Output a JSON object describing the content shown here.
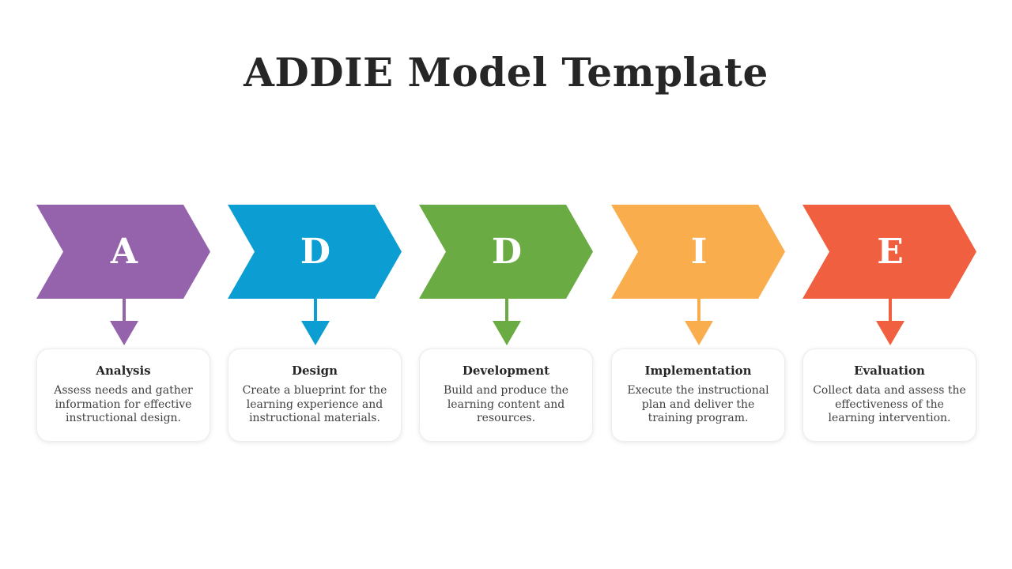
{
  "title": "ADDIE Model Template",
  "steps": [
    {
      "letter": "A",
      "title": "Analysis",
      "description": "Assess needs and gather information for effective instructional design.",
      "color": "#9563AB"
    },
    {
      "letter": "D",
      "title": "Design",
      "description": "Create a blueprint for the learning experience and instructional materials.",
      "color": "#0C9DD2"
    },
    {
      "letter": "D",
      "title": "Development",
      "description": "Build and produce the learning content and resources.",
      "color": "#6AAB43"
    },
    {
      "letter": "I",
      "title": "Implementation",
      "description": "Execute the instructional plan and deliver the training program.",
      "color": "#F9AD4C"
    },
    {
      "letter": "E",
      "title": "Evaluation",
      "description": "Collect data and assess the effectiveness of the learning intervention.",
      "color": "#F05F3F"
    }
  ]
}
